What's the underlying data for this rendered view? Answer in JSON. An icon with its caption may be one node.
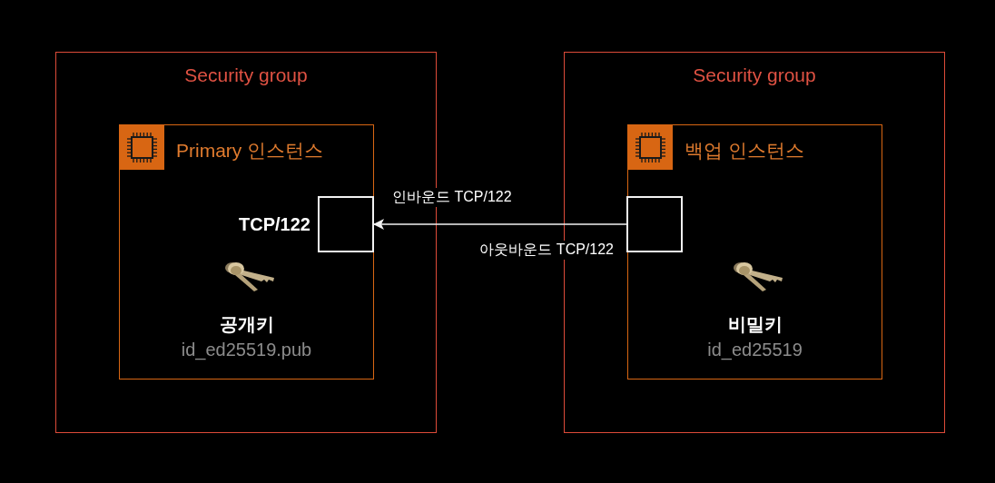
{
  "diagram": {
    "nodes": [
      {
        "text": [
          "Security group"
        ]
      },
      {
        "text": [
          "Primary 인스턴스",
          "공개키",
          "id_ed25519.pub"
        ],
        "in": 0
      },
      {
        "text": [],
        "shape": "box",
        "in": 1,
        "beside": [
          "TCP/122"
        ]
      },
      {
        "text": [
          "Security group"
        ]
      },
      {
        "text": [
          "백업 인스턴스",
          "비밀키",
          "id_ed25519"
        ],
        "in": 3
      },
      {
        "text": [],
        "shape": "box",
        "in": 4
      }
    ],
    "edges": [
      {
        "from": 5,
        "to": 2,
        "arrow": "to",
        "label": "인바운드 TCP/122"
      }
    ],
    "labels": [
      "아웃바운드 TCP/122"
    ]
  }
}
